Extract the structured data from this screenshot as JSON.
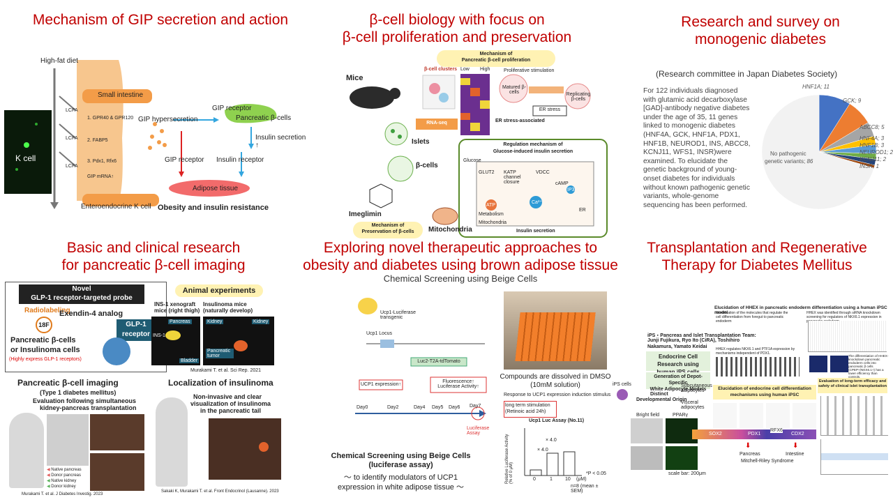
{
  "titles": {
    "gip": "Mechanism of GIP secretion and action",
    "beta_line1": "β-cell biology with focus on",
    "beta_line2": "β-cell proliferation and preservation",
    "mono_line1": "Research and survey on",
    "mono_line2": "monogenic diabetes",
    "imaging_line1": "Basic and clinical research",
    "imaging_line2": "for pancreatic β-cell imaging",
    "brown_line1": "Exploring novel therapeutic approaches to",
    "brown_line2": "obesity and diabetes using brown adipose tissue",
    "transplant_line1": "Transplantation and Regenerative",
    "transplant_line2": "Therapy for Diabetes Mellitus"
  },
  "gip": {
    "high_fat_diet": "High-fat diet",
    "small_intestine": "Small intestine",
    "k_cell": "K cell",
    "lcfa": "LCFA",
    "step1": "1. GPR40 & GPR120",
    "step2": "2. FABP5",
    "step3": "3. Pdx1, Rfx6",
    "gip_mrna": "GIP mRNA↑",
    "enteroendocrine": "Enteroendocrine K cell",
    "hypersecretion": "GIP hypersecretion",
    "gip_receptor_top": "GIP receptor",
    "pancreatic_beta": "Pancreatic β-cells",
    "insulin_secretion": "Insulin secretion ↑",
    "gip_receptor_bottom": "GIP receptor",
    "insulin_receptor": "Insulin receptor",
    "adipose": "Adipose tissue",
    "obesity": "Obesity and insulin resistance"
  },
  "beta": {
    "mechanism_prolif_line1": "Mechanism of",
    "mechanism_prolif_line2": "Pancreatic β-cell proliferation",
    "mice": "Mice",
    "clusters": "β-cell clusters",
    "low": "Low",
    "high": "High",
    "prolif_stimulation": "Proliferative stimulation",
    "matured": "Matured β-cells",
    "replicating": "Replicating β-cells",
    "er_stress": "ER stress",
    "rna_seq": "RNA-seq",
    "er_assoc": "ER stress-associated",
    "islets": "Islets",
    "reg_line1": "Regulation mechanism of",
    "reg_line2": "Glucose-induced insulin secretion",
    "glucose": "Glucose",
    "glut2": "GLUT2",
    "katp": "KATP channel closure",
    "vddc": "VDCC",
    "camp": "cAMP",
    "ca": "Ca²⁺",
    "ip3": "IP3",
    "er": "ER",
    "atp": "ATP",
    "metabolism": "Metabolism",
    "mitochondria_small": "Mitochondria",
    "insulin_secretion": "Insulin secretion",
    "beta_cells": "β-cells",
    "imeglimin": "Imeglimin",
    "mechanism_pres_line1": "Mechanism of",
    "mechanism_pres_line2": "Preservation of β-cells",
    "mitochondria": "Mitochondria"
  },
  "mono": {
    "committee": "(Research committee in Japan Diabetes Society)",
    "description": "For 122 individuals diagnosed with glutamic acid decarboxylase [GAD]-antibody negative diabetes under the age of 35, 11 genes linked to monogenic diabetes (HNF4A, GCK, HNF1A, PDX1, HNF1B, NEUROD1, INS, ABCC8, KCNJ11, WFS1, INSR)were examined. To elucidate the genetic background of young-onset diabetes for individuals without known pathogenic genetic variants, whole-genome sequencing has been performed.",
    "no_path_line1": "No pathogenic",
    "no_path_line2": "genetic variants",
    "no_path_value": "86"
  },
  "chart_data": {
    "type": "pie",
    "title": "",
    "labels": [
      "HNF1A",
      "GCK",
      "ABCC8",
      "HNF4A",
      "HNF1B",
      "NEUROD1",
      "KCNJ11",
      "INSR",
      "No pathogenic genetic variants"
    ],
    "values": [
      11,
      9,
      5,
      3,
      3,
      2,
      2,
      1,
      86
    ],
    "colors": [
      "#4472c4",
      "#ed7d31",
      "#a5a5a5",
      "#ffc000",
      "#5b9bd5",
      "#70ad47",
      "#264478",
      "#9e480e",
      "#f2f2f2"
    ],
    "value_labels": [
      "HNF1A; 11",
      "GCK; 9",
      "ABCC8; 5",
      "HNF4A; 3",
      "HNF1B; 3",
      "NEUROD1; 2",
      "KCNJ11; 2",
      "INSR; 1",
      "86"
    ]
  },
  "imaging": {
    "novel": "Novel",
    "probe": "GLP-1 receptor-targeted probe",
    "radiolabeling": "Radiolabeling",
    "f18": "18F",
    "exendin": "Exendin-4 analog",
    "glp1_receptor": "GLP-1 receptor",
    "cells_line1": "Pancreatic β-cells",
    "cells_line2": "or Insulinoma cells",
    "express": "(Highly express GLP-1 receptors)",
    "animal": "Animal experiments",
    "ins1_line1": "INS-1 xenograft",
    "ins1_line2": "mice (right thigh)",
    "insulinoma_mice_line1": "Insulinoma mice",
    "insulinoma_mice_line2": "(naturally develop)",
    "pancreas": "Pancreas",
    "ins1": "INS-1",
    "bladder": "Bladder",
    "kidney": "Kidney",
    "pancreatic_tumor": "Pancreatic tumor",
    "ref_scirep": "Murakami T. et al. Sci Rep. 2021",
    "imaging_title": "Pancreatic β-cell imaging",
    "type1": "(Type 1 diabetes mellitus)",
    "evaluation_line1": "Evaluation following simultaneous",
    "evaluation_line2": "kidney-pancreas transplantation",
    "legend": [
      "Native pancreas",
      "Donor pancreas",
      "Native kidney",
      "Donor kidney"
    ],
    "ref_jci": "Murakami T. et al. J Diabetes Investig. 2023",
    "localization": "Localization of insulinoma",
    "noninvasive_line1": "Non-invasive and clear",
    "noninvasive_line2": "visualization of insulinoma",
    "noninvasive_line3": "in the pancreatic tail",
    "ref_front": "Sakaki K, Murakami T. et al. Front Endocrinol (Lausanne). 2023"
  },
  "brown": {
    "subtitle": "Chemical Screening using Beige Cells",
    "ucp1_locus": "Ucp1 Locus",
    "mouse_label": "Ucp1-Luciferase transgenic",
    "luc_cassette": "Luc2-T2A-tdTomato",
    "ucp1_expression": "UCP1 expression↑",
    "fluorescence": "Fluorescence↑ Luciferase Activity↑",
    "days": [
      "Day0",
      "Day2",
      "Day4",
      "Day5",
      "Day6",
      "Day7"
    ],
    "luciferase_assay": "Luciferase Assay",
    "compounds_line1": "Compounds are dissolved in DMSO",
    "compounds_line2": "(10mM solution)",
    "response": "Response to UCP1 expression induction stimulus",
    "longterm_line1": "long term stimulation",
    "longterm_line2": "(Retinoic acid 24h)",
    "luc_title": "Ucp1 Luc Assay (No.11)",
    "ylabel": "Relative Luciferase Activity (% of 0 μM)",
    "xticks": [
      "0",
      "1",
      "10"
    ],
    "unit": "(μM)",
    "fold1": "× 4.0",
    "fold2": "× 4.0",
    "pval": "*P < 0.05",
    "n": "n=8 (mean ± SEM)",
    "caption_line1": "Chemical Screening using Beige Cells",
    "caption_line2": "(luciferase assay)",
    "caption_line3": "～ to identify modulators of UCP1",
    "caption_line4": "expression in white adipose tissue ～"
  },
  "transplant": {
    "team_line1": "iPS・Pancreas and Islet Transplantation Team:",
    "team_line2": "Junji Fujikura, Ryo Ito (CiRA), Toshihiro",
    "team_line3": "Nakamura, Yamato Keidai",
    "endocrine_line1": "Endocrine Cell Research using",
    "endocrine_line2": "human iPS cells",
    "depot_line1": "Generation of Depot-Specific",
    "depot_line2": "White Adipocyte Models",
    "ips_cells": "iPS cells",
    "distinct_line1": "Distinct",
    "distinct_line2": "Developmental Origin",
    "subcut": "Subcutaneous adipocytes",
    "visceral": "Visceral adipocytes",
    "bright": "Bright field",
    "ppar": "PPARγ",
    "hhex_title": "Elucidation of HHEX in pancreatic endoderm differentiation using a human iPSC model",
    "hhex_sub": "Identification of the molecules that regulate the cell differentiation from foregut to pancreatic endoderm",
    "hhex_crispr": "HHEX was identified through siRNA knockdown screening for regulators of NKX6.1 expression in pancreatic endoderm",
    "hhex_nkx": "HHEX regulates NKX6.1 and PTF1A expression by mechanisms independent of PDX1.",
    "hhex_diff": "The differentiation of HHEX-knockdown pancreatic endoderm cells into pancreatic β cells (CPEP+/NKX6.1+) has a lower efficiency than controls.",
    "elucidation_line1": "Elucidation of endocrine cell differentiation",
    "elucidation_line2": "mechanisms using human iPSC",
    "evaluation": "Evaluation of long-term efficacy and safety of clinical islet transplantation",
    "bar_labels": [
      "SOX2",
      "PDX1",
      "RFX6",
      "CDX2"
    ],
    "pancreas": "Pancreas",
    "intestine": "Intestine",
    "mitchell": "Mitchell-Riley Syndrome",
    "scale": "scale bar: 200μm"
  }
}
